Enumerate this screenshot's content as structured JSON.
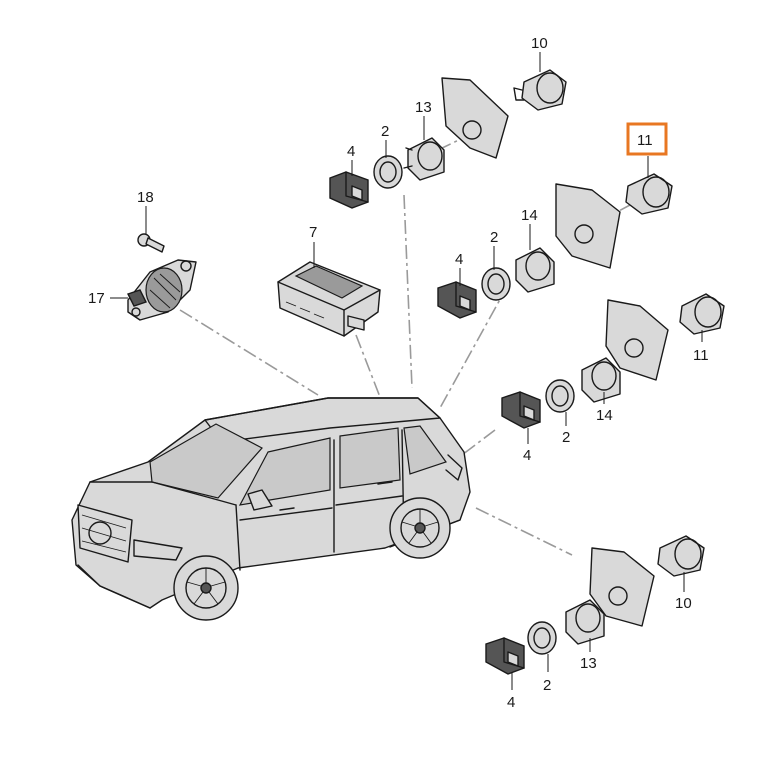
{
  "highlight": {
    "color": "#e87722"
  },
  "callouts": {
    "c10a": "10",
    "c13a": "13",
    "c2a": "2",
    "c4a": "4",
    "c11a": "11",
    "c14a": "14",
    "c2b": "2",
    "c4b": "4",
    "c18": "18",
    "c17": "17",
    "c7": "7",
    "c11b": "11",
    "c14b": "14",
    "c2c": "2",
    "c4c": "4",
    "c10b": "10",
    "c13b": "13",
    "c2d": "2",
    "c4d": "4"
  }
}
